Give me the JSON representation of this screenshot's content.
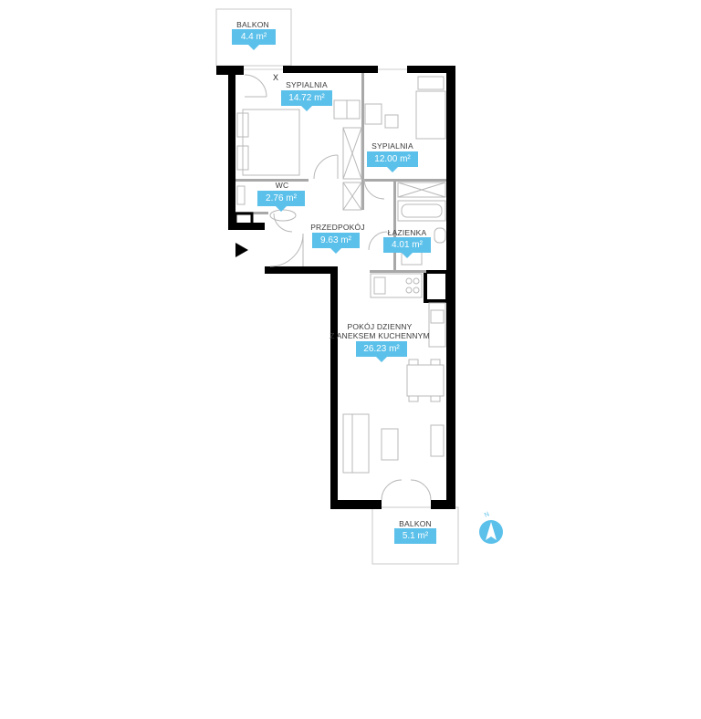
{
  "rooms": [
    {
      "id": "balkon_top",
      "label": "BALKON",
      "area": "4.4 m²"
    },
    {
      "id": "sypialnia_1",
      "label": "SYPIALNIA",
      "area": "14.72 m²"
    },
    {
      "id": "sypialnia_2",
      "label": "SYPIALNIA",
      "area": "12.00 m²"
    },
    {
      "id": "wc",
      "label": "WC",
      "area": "2.76 m²"
    },
    {
      "id": "przedpokoj",
      "label": "PRZEDPOKÓJ",
      "area": "9.63 m²"
    },
    {
      "id": "lazienka",
      "label": "ŁAZIENKA",
      "area": "4.01 m²"
    },
    {
      "id": "pokoj_dzienny",
      "label_line1": "POKÓJ DZIENNY",
      "label_line2": "Z ANEKSEM KUCHENNYM",
      "area": "26.23 m²"
    },
    {
      "id": "balkon_bottom",
      "label": "BALKON",
      "area": "5.1 m²"
    }
  ],
  "window_mark": "X",
  "compass": {
    "letter": "N",
    "color": "#5bc0ea"
  },
  "colors": {
    "wall": "#000000",
    "furniture": "#b8b8b8",
    "accent": "#5bc0ea"
  }
}
